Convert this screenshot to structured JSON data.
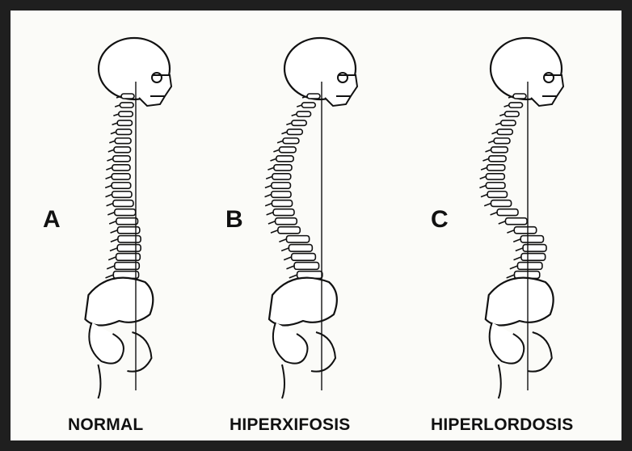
{
  "panels": [
    {
      "letter": "A",
      "caption": "NORMAL",
      "curve": "normal"
    },
    {
      "letter": "B",
      "caption": "HIPERXIFOSIS",
      "curve": "kyphosis"
    },
    {
      "letter": "C",
      "caption": "HIPERLORDOSIS",
      "curve": "lordosis"
    }
  ],
  "colors": {
    "frame": "#1f1f1f",
    "ink": "#111111",
    "paper": "#fbfbf8"
  }
}
